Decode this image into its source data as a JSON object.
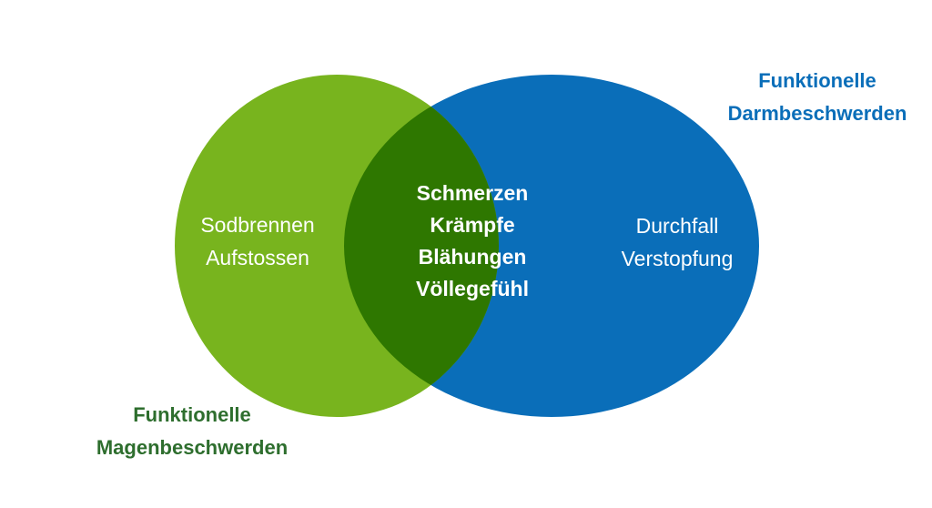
{
  "sets": {
    "left": {
      "title_line1": "Funktionelle",
      "title_line2": "Magenbeschwerden",
      "items": [
        "Sodbrennen",
        "Aufstossen"
      ],
      "color": "#78b41e",
      "title_color": "#2e6e2e"
    },
    "right": {
      "title_line1": "Funktionelle",
      "title_line2": "Darmbeschwerden",
      "items": [
        "Durchfall",
        "Verstopfung"
      ],
      "color": "#0a6eb9",
      "title_color": "#0a6eb9"
    },
    "overlap": {
      "items": [
        "Schmerzen",
        "Krämpfe",
        "Blähungen",
        "Völlegefühl"
      ],
      "color": "#2e7700"
    }
  }
}
